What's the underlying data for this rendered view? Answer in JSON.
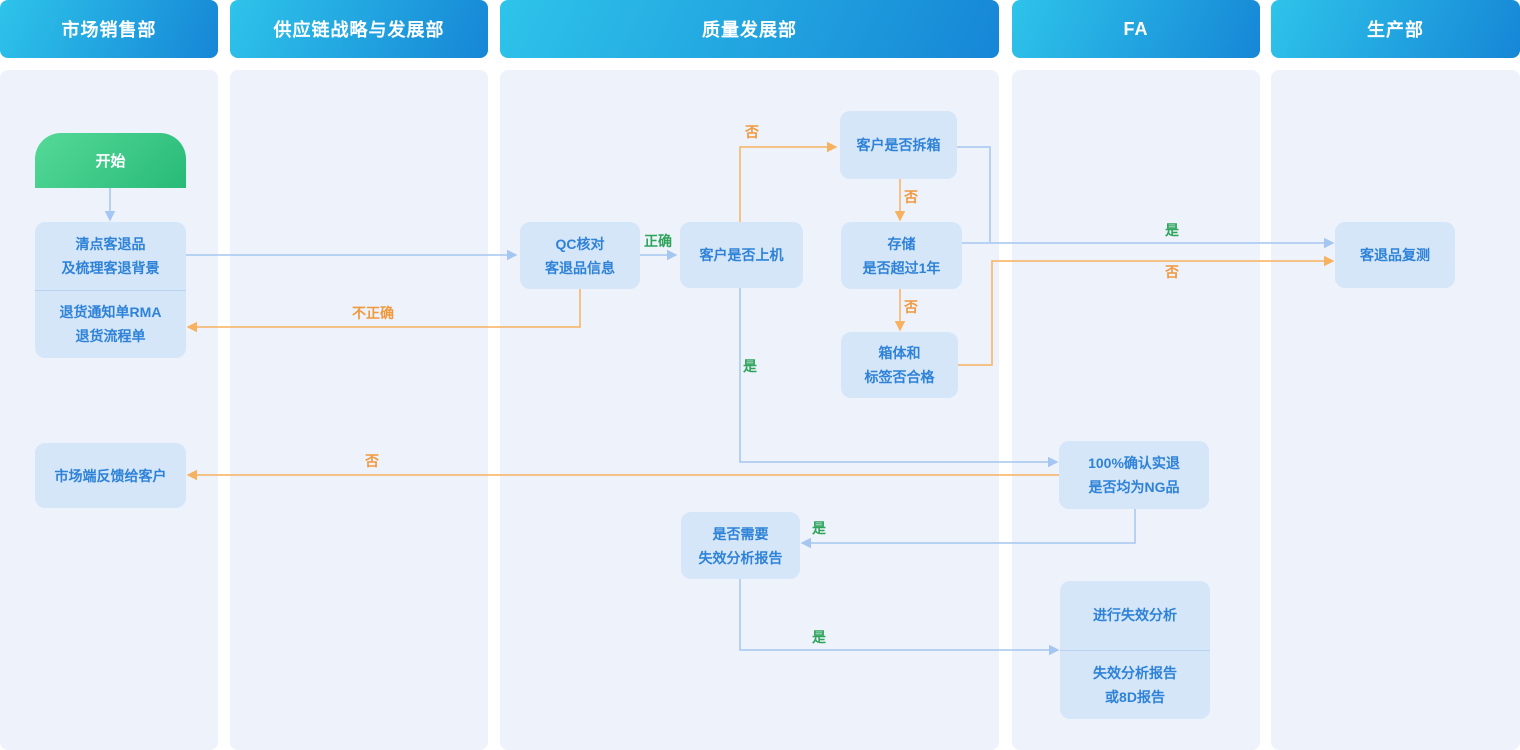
{
  "lanes": [
    {
      "label": "市场销售部"
    },
    {
      "label": "供应链战略与发展部"
    },
    {
      "label": "质量发展部"
    },
    {
      "label": "FA"
    },
    {
      "label": "生产部"
    }
  ],
  "nodes": {
    "start": {
      "label": "开始"
    },
    "tally": {
      "label": "清点客退品\n及梳理客退背景"
    },
    "rma": {
      "label": "退货通知单RMA\n退货流程单"
    },
    "feedback": {
      "label": "市场端反馈给客户"
    },
    "qc": {
      "label": "QC核对\n客退品信息"
    },
    "onMachine": {
      "label": "客户是否上机"
    },
    "unboxed": {
      "label": "客户是否拆箱"
    },
    "storage": {
      "label": "存储\n是否超过1年"
    },
    "boxLabel": {
      "label": "箱体和\n标签否合格"
    },
    "needFA": {
      "label": "是否需要\n失效分析报告"
    },
    "confirmNG": {
      "label": "100%确认实退\n是否均为NG品"
    },
    "doFA": {
      "label": "进行失效分析"
    },
    "faReport": {
      "label": "失效分析报告\n或8D报告"
    },
    "retest": {
      "label": "客退品复测"
    }
  },
  "edge_labels": {
    "correct": "正确",
    "incorrect": "不正确",
    "yes": "是",
    "no": "否"
  },
  "colors": {
    "header_gradient_start": "#2ec4ea",
    "header_gradient_end": "#1686d6",
    "start_gradient_start": "#55d998",
    "start_gradient_end": "#28ba78",
    "lane_bg": "#eef3fb",
    "node_fill": "#d5e6f9",
    "node_text": "#2e82d8",
    "line_blue": "#a4c6f0",
    "line_orange": "#f6b161",
    "label_green": "#2fa55c",
    "label_orange": "#f0993e"
  }
}
